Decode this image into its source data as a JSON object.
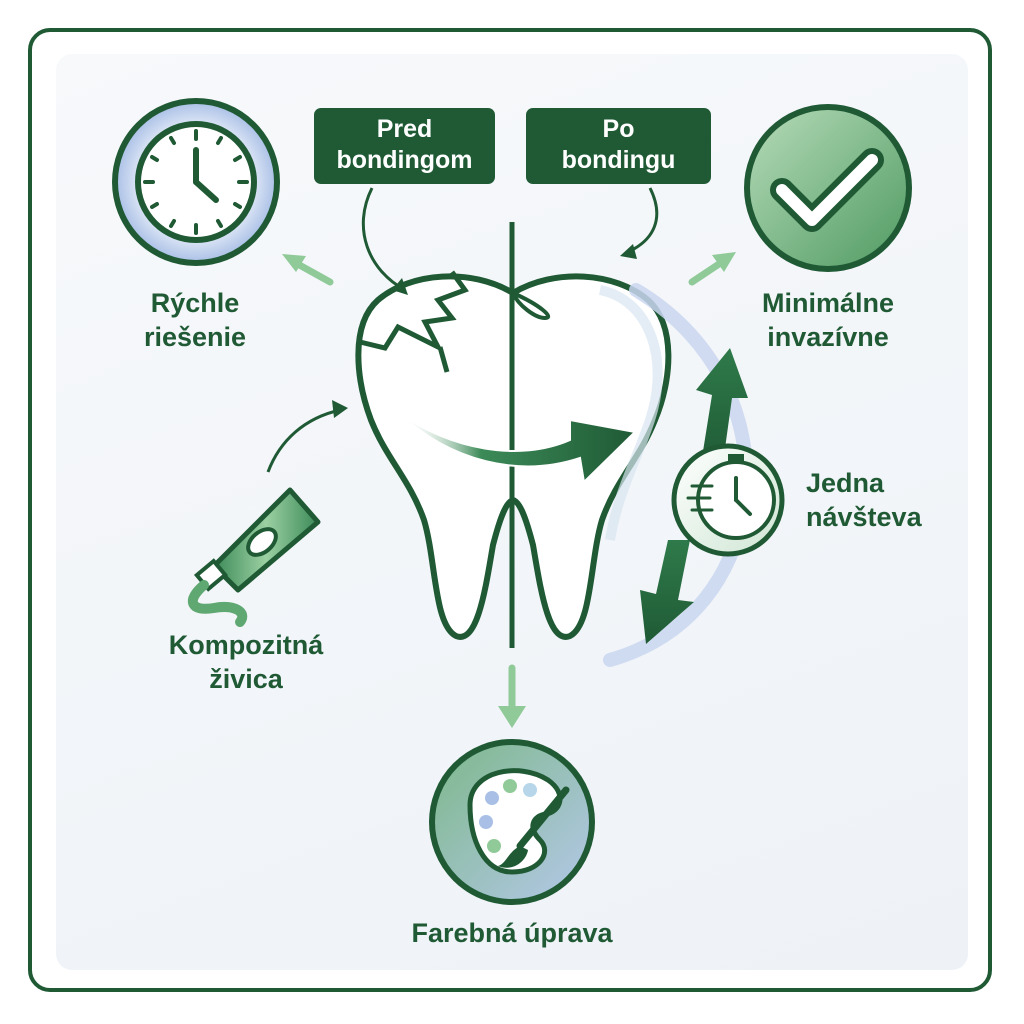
{
  "labels": {
    "before": {
      "line1": "Pred",
      "line2": "bondingom"
    },
    "after": {
      "line1": "Po",
      "line2": "bondingu"
    },
    "fast": {
      "line1": "Rýchle",
      "line2": "riešenie"
    },
    "minimal": {
      "line1": "Minimálne",
      "line2": "invazívne"
    },
    "visit": {
      "line1": "Jedna",
      "line2": "návšteva"
    },
    "resin": {
      "line1": "Kompozitná",
      "line2": "živica"
    },
    "color": {
      "line1": "Farebná úprava"
    }
  },
  "icons": [
    "clock-icon",
    "checkmark-icon",
    "stopwatch-icon",
    "resin-tube-icon",
    "palette-icon",
    "tooth-icon"
  ],
  "colors": {
    "primary": "#1f5a35",
    "mid_green": "#2f7a4a",
    "light_green": "#8fca98",
    "pale_blue": "#a9bfe6",
    "background": "#f2f5f9"
  }
}
